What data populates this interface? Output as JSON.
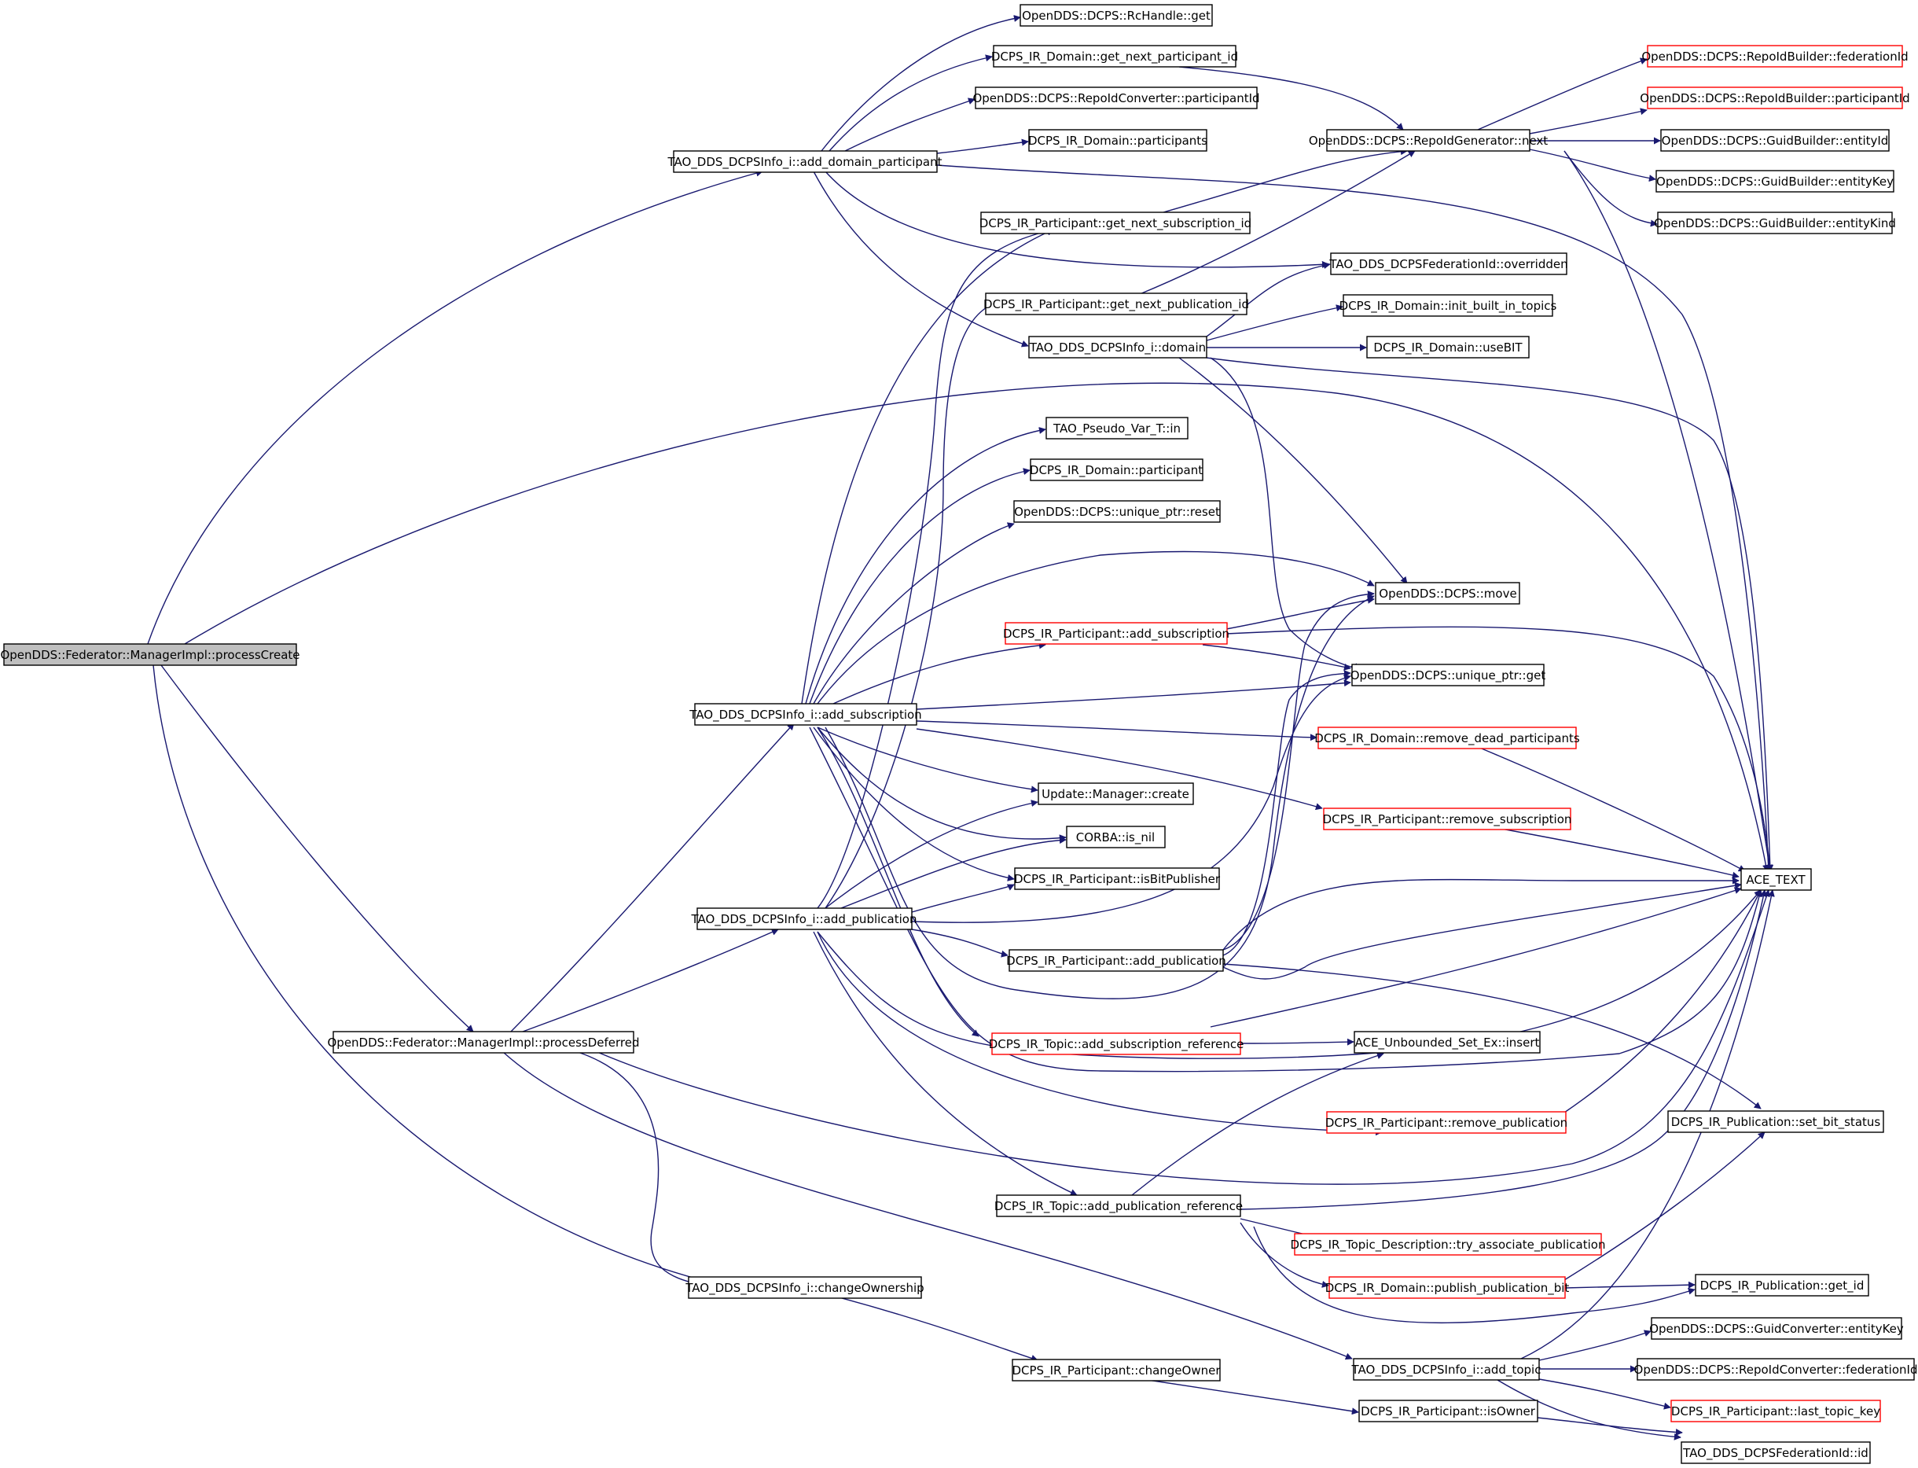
{
  "colors": {
    "edge": "#191970",
    "node_border": "#000000",
    "node_border_truncated": "#ff0000",
    "root_fill": "#bfbfbf",
    "background": "#ffffff"
  },
  "nodes": {
    "processCreate": "OpenDDS::Federator::ManagerImpl::processCreate",
    "processDeferred": "OpenDDS::Federator::ManagerImpl::processDeferred",
    "add_domain_participant": "TAO_DDS_DCPSInfo_i::add_domain_participant",
    "add_subscription": "TAO_DDS_DCPSInfo_i::add_subscription",
    "add_publication": "TAO_DDS_DCPSInfo_i::add_publication",
    "changeOwnership": "TAO_DDS_DCPSInfo_i::changeOwnership",
    "rchandle_get": "OpenDDS::DCPS::RcHandle::get",
    "domain_get_next_participant_id": "DCPS_IR_Domain::get_next_participant_id",
    "repoidconverter_participantId": "OpenDDS::DCPS::RepoIdConverter::participantId",
    "domain_participants": "DCPS_IR_Domain::participants",
    "participant_get_next_subscription_id": "DCPS_IR_Participant::get_next_subscription_id",
    "participant_get_next_publication_id": "DCPS_IR_Participant::get_next_publication_id",
    "info_domain": "TAO_DDS_DCPSInfo_i::domain",
    "pseudo_var_in": "TAO_Pseudo_Var_T::in",
    "domain_participant": "DCPS_IR_Domain::participant",
    "unique_ptr_reset": "OpenDDS::DCPS::unique_ptr::reset",
    "participant_add_subscription": "DCPS_IR_Participant::add_subscription",
    "update_manager_create": "Update::Manager::create",
    "corba_is_nil": "CORBA::is_nil",
    "participant_isBitPublisher": "DCPS_IR_Participant::isBitPublisher",
    "participant_add_publication": "DCPS_IR_Participant::add_publication",
    "topic_add_subscription_reference": "DCPS_IR_Topic::add_subscription_reference",
    "topic_add_publication_reference": "DCPS_IR_Topic::add_publication_reference",
    "participant_changeOwner": "DCPS_IR_Participant::changeOwner",
    "repoidgenerator_next": "OpenDDS::DCPS::RepoIdGenerator::next",
    "federationid_overridden": "TAO_DDS_DCPSFederationId::overridden",
    "domain_init_built_in_topics": "DCPS_IR_Domain::init_built_in_topics",
    "domain_useBIT": "DCPS_IR_Domain::useBIT",
    "dcps_move": "OpenDDS::DCPS::move",
    "unique_ptr_get": "OpenDDS::DCPS::unique_ptr::get",
    "domain_remove_dead_participants": "DCPS_IR_Domain::remove_dead_participants",
    "participant_remove_subscription": "DCPS_IR_Participant::remove_subscription",
    "participant_remove_publication": "DCPS_IR_Participant::remove_publication",
    "unbounded_set_insert": "ACE_Unbounded_Set_Ex::insert",
    "topic_description_try_associate_publication": "DCPS_IR_Topic_Description::try_associate_publication",
    "domain_publish_publication_bit": "DCPS_IR_Domain::publish_publication_bit",
    "info_add_topic": "TAO_DDS_DCPSInfo_i::add_topic",
    "participant_isOwner": "DCPS_IR_Participant::isOwner",
    "repoidbuilder_federationId": "OpenDDS::DCPS::RepoIdBuilder::federationId",
    "repoidbuilder_participantId": "OpenDDS::DCPS::RepoIdBuilder::participantId",
    "guidbuilder_entityId": "OpenDDS::DCPS::GuidBuilder::entityId",
    "guidbuilder_entityKey": "OpenDDS::DCPS::GuidBuilder::entityKey",
    "guidbuilder_entityKind": "OpenDDS::DCPS::GuidBuilder::entityKind",
    "ace_text": "ACE_TEXT",
    "publication_set_bit_status": "DCPS_IR_Publication::set_bit_status",
    "publication_get_id": "DCPS_IR_Publication::get_id",
    "guidconverter_entityKey": "OpenDDS::DCPS::GuidConverter::entityKey",
    "repoidconverter_federationId": "OpenDDS::DCPS::RepoIdConverter::federationId",
    "participant_last_topic_key": "DCPS_IR_Participant::last_topic_key",
    "federationid_id": "TAO_DDS_DCPSFederationId::id"
  }
}
